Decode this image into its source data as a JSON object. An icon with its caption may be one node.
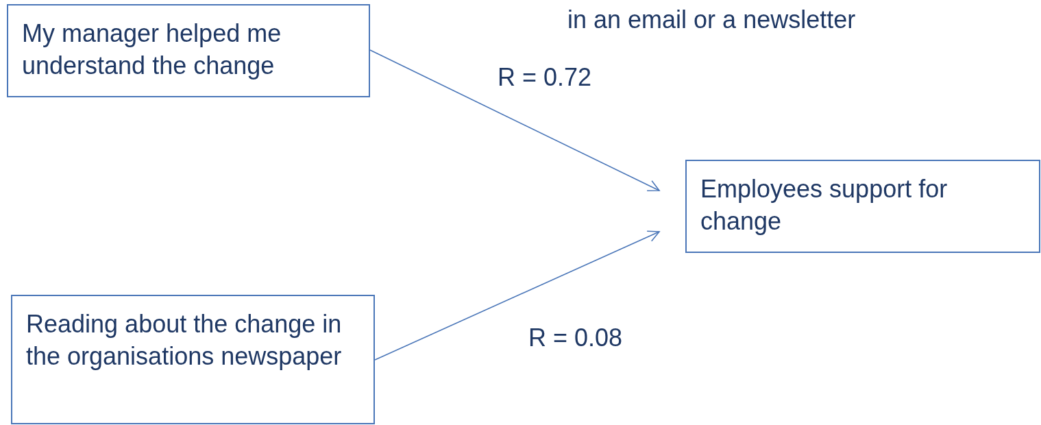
{
  "diagram": {
    "nodes": [
      {
        "text": [
          "My manager helped me understand the change"
        ]
      },
      {
        "text": [
          "Employees support for change"
        ]
      },
      {
        "text": [
          "Reading about the change in the organisations newspaper"
        ]
      }
    ],
    "edges": [
      {
        "from": 0,
        "to": 1,
        "arrow": "to",
        "label": "R = 0.72"
      },
      {
        "from": 2,
        "to": 1,
        "arrow": "to",
        "label": "R = 0.08"
      }
    ],
    "labels": [
      "in an email or a newsletter"
    ]
  }
}
